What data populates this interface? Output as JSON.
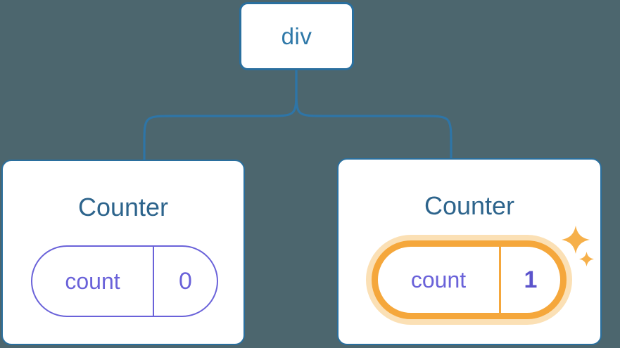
{
  "diagram": {
    "root": {
      "label": "div"
    },
    "children": [
      {
        "title": "Counter",
        "state_key": "count",
        "state_value": "0",
        "highlighted": false
      },
      {
        "title": "Counter",
        "state_key": "count",
        "state_value": "1",
        "highlighted": true
      }
    ],
    "colors": {
      "background": "#4C666E",
      "node_border_blue": "#2A6F9E",
      "node_text_blue": "#2E78A8",
      "title_blue": "#2D648C",
      "connector_blue": "#2E75A7",
      "state_purple": "#6A62D9",
      "state_value_bold_purple": "#5B53CB",
      "highlight_orange": "#F5A73B",
      "highlight_orange_light": "#FBE0B5",
      "sparkle_orange": "#F6B04A",
      "card_background": "#FFFFFF"
    }
  }
}
